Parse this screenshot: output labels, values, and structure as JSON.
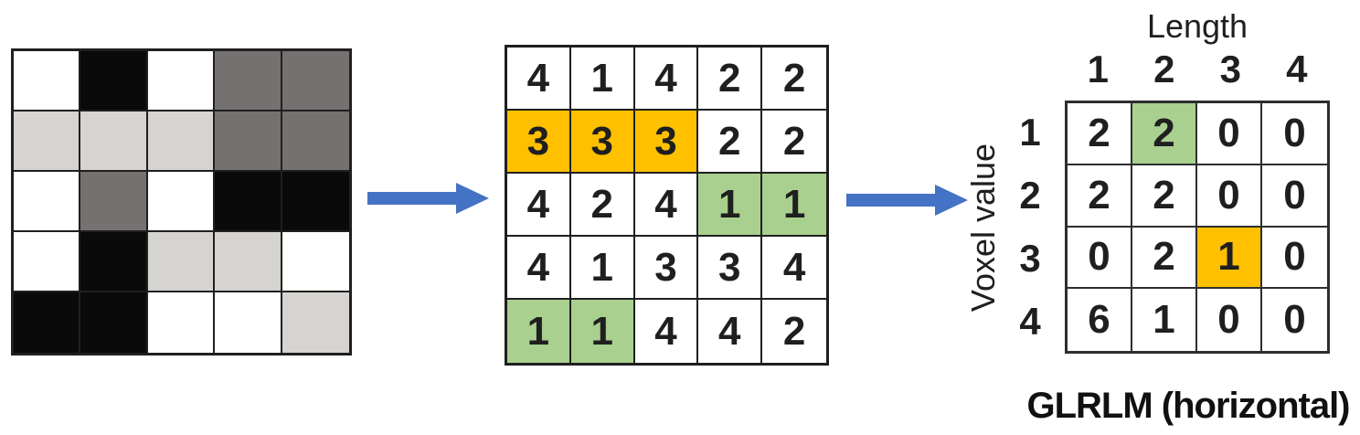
{
  "colors": {
    "white": "#ffffff",
    "black": "#0a0a0a",
    "dark_gray": "#767171",
    "light_gray": "#d6d4d1",
    "orange": "#ffc000",
    "green": "#a9d08e",
    "arrow_blue": "#4472c4",
    "grid_line": "#1f1f1f"
  },
  "left_grid": {
    "description": "grayscale voxel image 5x5",
    "shades": [
      [
        "white",
        "black",
        "white",
        "dark_gray",
        "dark_gray"
      ],
      [
        "light_gray",
        "light_gray",
        "light_gray",
        "dark_gray",
        "dark_gray"
      ],
      [
        "white",
        "dark_gray",
        "white",
        "black",
        "black"
      ],
      [
        "white",
        "black",
        "light_gray",
        "light_gray",
        "white"
      ],
      [
        "black",
        "black",
        "white",
        "white",
        "light_gray"
      ]
    ]
  },
  "middle_grid": {
    "description": "voxel value matrix 5x5",
    "values": [
      [
        "4",
        "1",
        "4",
        "2",
        "2"
      ],
      [
        "3",
        "3",
        "3",
        "2",
        "2"
      ],
      [
        "4",
        "2",
        "4",
        "1",
        "1"
      ],
      [
        "4",
        "1",
        "3",
        "3",
        "4"
      ],
      [
        "1",
        "1",
        "4",
        "4",
        "2"
      ]
    ],
    "highlights": [
      [
        "none",
        "none",
        "none",
        "none",
        "none"
      ],
      [
        "orange",
        "orange",
        "orange",
        "none",
        "none"
      ],
      [
        "none",
        "none",
        "none",
        "green",
        "green"
      ],
      [
        "none",
        "none",
        "none",
        "none",
        "none"
      ],
      [
        "green",
        "green",
        "none",
        "none",
        "none"
      ]
    ]
  },
  "glrlm": {
    "length_label": "Length",
    "voxel_label": "Voxel value",
    "caption": "GLRLM (horizontal)",
    "col_headers": [
      "1",
      "2",
      "3",
      "4"
    ],
    "row_headers": [
      "1",
      "2",
      "3",
      "4"
    ],
    "values": [
      [
        "2",
        "2",
        "0",
        "0"
      ],
      [
        "2",
        "2",
        "0",
        "0"
      ],
      [
        "0",
        "2",
        "1",
        "0"
      ],
      [
        "6",
        "1",
        "0",
        "0"
      ]
    ],
    "highlights": [
      [
        "none",
        "green",
        "none",
        "none"
      ],
      [
        "none",
        "none",
        "none",
        "none"
      ],
      [
        "none",
        "none",
        "orange",
        "none"
      ],
      [
        "none",
        "none",
        "none",
        "none"
      ]
    ]
  },
  "arrows": [
    {
      "label": "left-to-middle"
    },
    {
      "label": "middle-to-right"
    }
  ]
}
